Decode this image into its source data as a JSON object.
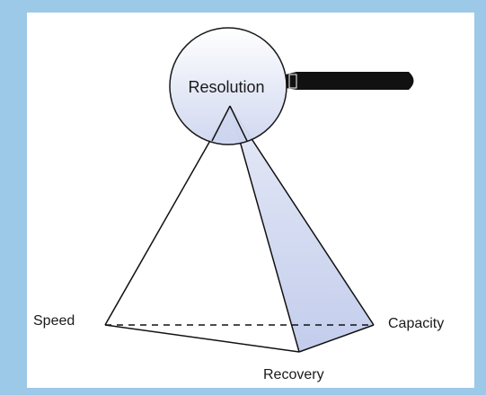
{
  "diagram": {
    "center_label": "Resolution",
    "vertex_labels": {
      "left": "Speed",
      "right": "Capacity",
      "bottom": "Recovery"
    },
    "icon": "magnifying-glass-icon",
    "colors": {
      "frame": "#9dc9e9",
      "panel": "#ffffff",
      "lens_fill": "#dde3f3",
      "shade_fill": "#c9d2ee",
      "stroke": "#111111"
    }
  }
}
